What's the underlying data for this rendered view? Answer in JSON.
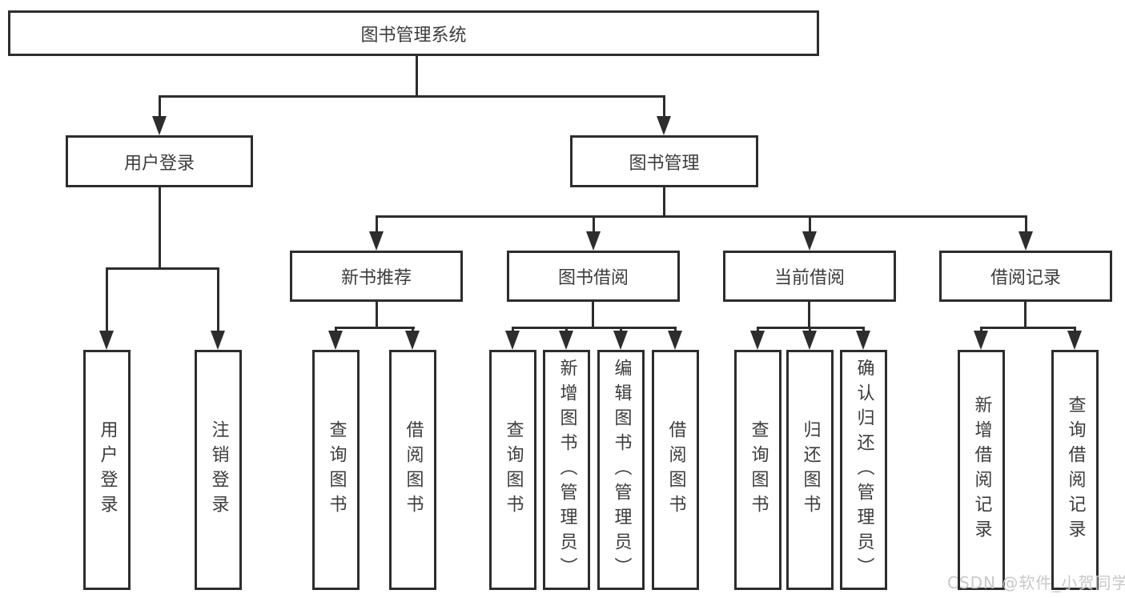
{
  "tree": {
    "label": "图书管理系统",
    "children": [
      {
        "label": "用户登录",
        "children": [
          {
            "label": "用户登录"
          },
          {
            "label": "注销登录"
          }
        ]
      },
      {
        "label": "图书管理",
        "children": [
          {
            "label": "新书推荐",
            "children": [
              {
                "label": "查询图书"
              },
              {
                "label": "借阅图书"
              }
            ]
          },
          {
            "label": "图书借阅",
            "children": [
              {
                "label": "查询图书"
              },
              {
                "label": "新增图书（管理员）"
              },
              {
                "label": "编辑图书（管理员）"
              },
              {
                "label": "借阅图书"
              }
            ]
          },
          {
            "label": "当前借阅",
            "children": [
              {
                "label": "查询图书"
              },
              {
                "label": "归还图书"
              },
              {
                "label": "确认归还（管理员）"
              }
            ]
          },
          {
            "label": "借阅记录",
            "children": [
              {
                "label": "新增借阅记录"
              },
              {
                "label": "查询借阅记录"
              }
            ]
          }
        ]
      }
    ]
  },
  "watermark": {
    "text": "CSDN @软件_小贺同学",
    "color": "#c8c8c8"
  },
  "colors": {
    "line": "#2d2d2d",
    "border": "#2d2d2d",
    "text": "#3c3c3c",
    "background": "#ffffff"
  }
}
